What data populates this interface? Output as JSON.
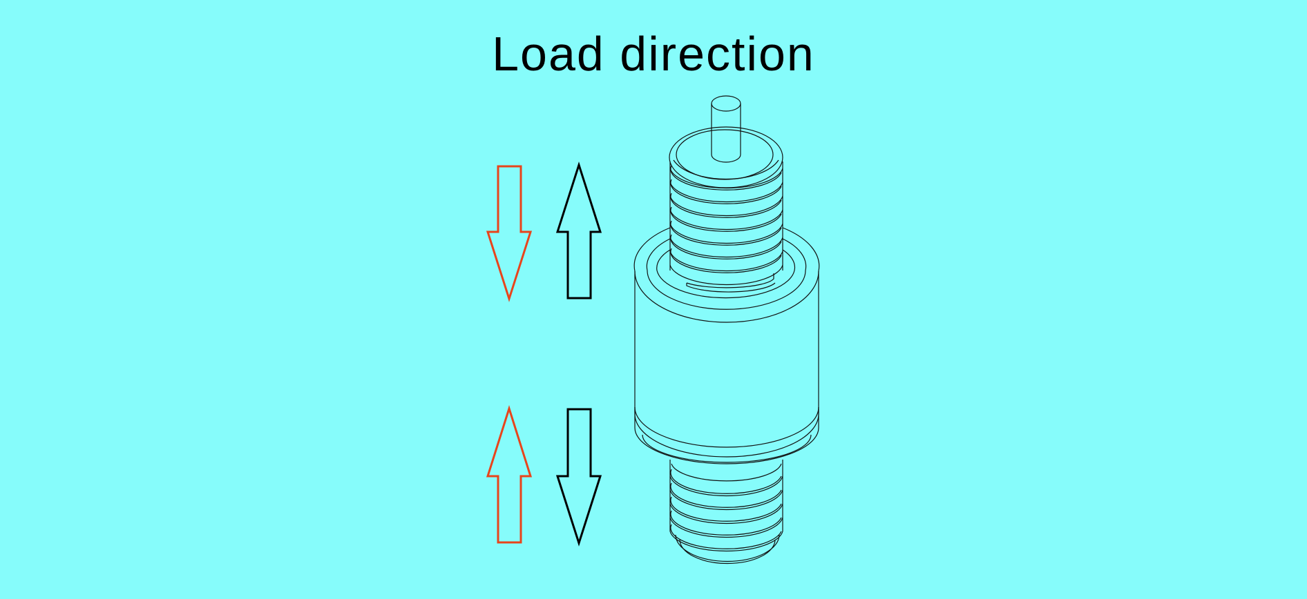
{
  "title": "Load direction",
  "colors": {
    "background": "#86FCFB",
    "compression_arrow": "#E8441B",
    "tension_arrow": "#000000",
    "line": "#111111"
  },
  "arrows": [
    {
      "name": "top-compression-arrow",
      "direction": "down",
      "color_key": "compression_arrow"
    },
    {
      "name": "top-tension-arrow",
      "direction": "up",
      "color_key": "tension_arrow"
    },
    {
      "name": "bottom-compression-arrow",
      "direction": "up",
      "color_key": "compression_arrow"
    },
    {
      "name": "bottom-tension-arrow",
      "direction": "down",
      "color_key": "tension_arrow"
    }
  ]
}
